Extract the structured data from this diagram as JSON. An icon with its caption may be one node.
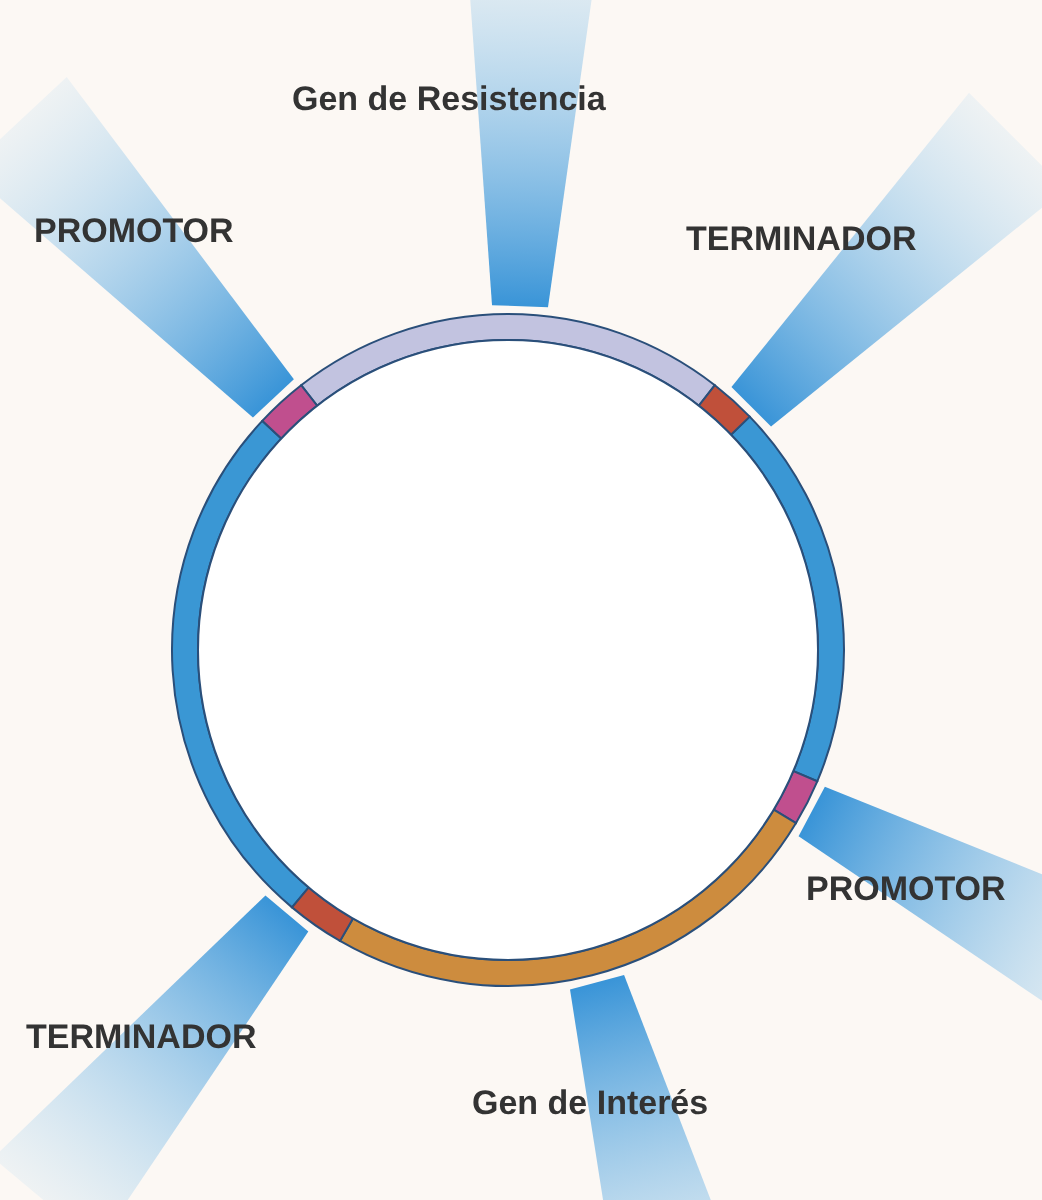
{
  "diagram": {
    "labels": [
      "Gen de Resistencia",
      "PROMOTOR",
      "TERMINADOR",
      "PROMOTOR",
      "TERMINADOR",
      "Gen de Interés"
    ]
  }
}
